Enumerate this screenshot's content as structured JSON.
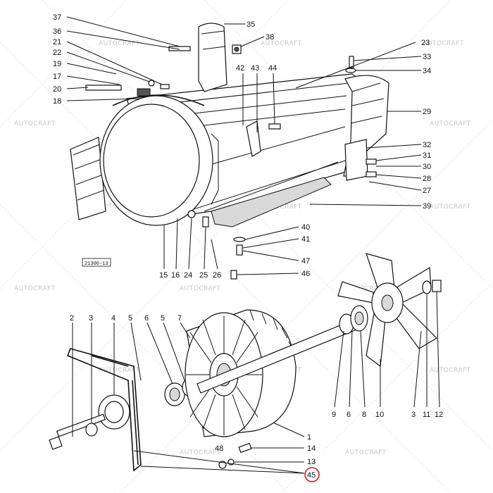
{
  "diagram": {
    "drawing_ref": "21300-13",
    "watermark": "AUTOCRAFT",
    "highlight_color": "#d81b1b",
    "highlighted_label": "45",
    "labels_top": [
      "37",
      "36",
      "21",
      "22",
      "19",
      "17",
      "20",
      "18",
      "35",
      "38",
      "23",
      "33",
      "34",
      "29",
      "42",
      "43",
      "44",
      "32",
      "31",
      "30",
      "28",
      "27",
      "39",
      "40",
      "41",
      "47",
      "46",
      "15",
      "16",
      "24",
      "25",
      "26"
    ],
    "labels_bottom": [
      "2",
      "3",
      "4",
      "5",
      "6",
      "5",
      "7",
      "9",
      "6",
      "8",
      "10",
      "3",
      "11",
      "12",
      "1",
      "14",
      "48",
      "13",
      "45"
    ]
  }
}
